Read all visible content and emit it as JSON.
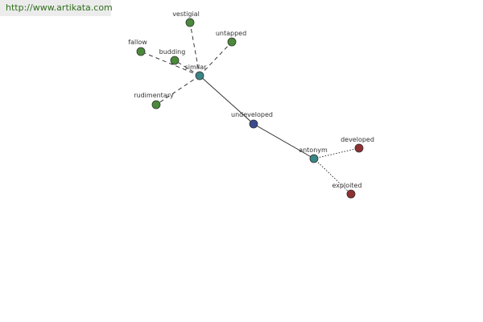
{
  "banner": {
    "url": "http://www.artikata.com"
  },
  "colors": {
    "similar": "#3a8686",
    "center": "#3b4a8f",
    "synonym_leaf": "#4a8a3a",
    "antonym_leaf": "#8f3033",
    "edge": "#222222"
  },
  "nodes": {
    "similar": {
      "label": "similar",
      "kind": "similar"
    },
    "undeveloped": {
      "label": "undeveloped",
      "kind": "center"
    },
    "antonym": {
      "label": "antonym",
      "kind": "similar"
    },
    "vestigial": {
      "label": "vestigial",
      "kind": "synonym_leaf"
    },
    "untapped": {
      "label": "untapped",
      "kind": "synonym_leaf"
    },
    "fallow": {
      "label": "fallow",
      "kind": "synonym_leaf"
    },
    "budding": {
      "label": "budding",
      "kind": "synonym_leaf"
    },
    "rudimentary": {
      "label": "rudimentary",
      "kind": "synonym_leaf"
    },
    "developed": {
      "label": "developed",
      "kind": "antonym_leaf"
    },
    "exploited": {
      "label": "exploited",
      "kind": "antonym_leaf"
    }
  },
  "edges": [
    {
      "from": "similar",
      "to": "undeveloped",
      "style": "solid"
    },
    {
      "from": "undeveloped",
      "to": "antonym",
      "style": "solid"
    },
    {
      "from": "similar",
      "to": "vestigial",
      "style": "dashed"
    },
    {
      "from": "similar",
      "to": "untapped",
      "style": "dashed"
    },
    {
      "from": "similar",
      "to": "fallow",
      "style": "dashed"
    },
    {
      "from": "similar",
      "to": "budding",
      "style": "dashed"
    },
    {
      "from": "similar",
      "to": "rudimentary",
      "style": "dashed"
    },
    {
      "from": "antonym",
      "to": "developed",
      "style": "dotted"
    },
    {
      "from": "antonym",
      "to": "exploited",
      "style": "dotted"
    }
  ]
}
